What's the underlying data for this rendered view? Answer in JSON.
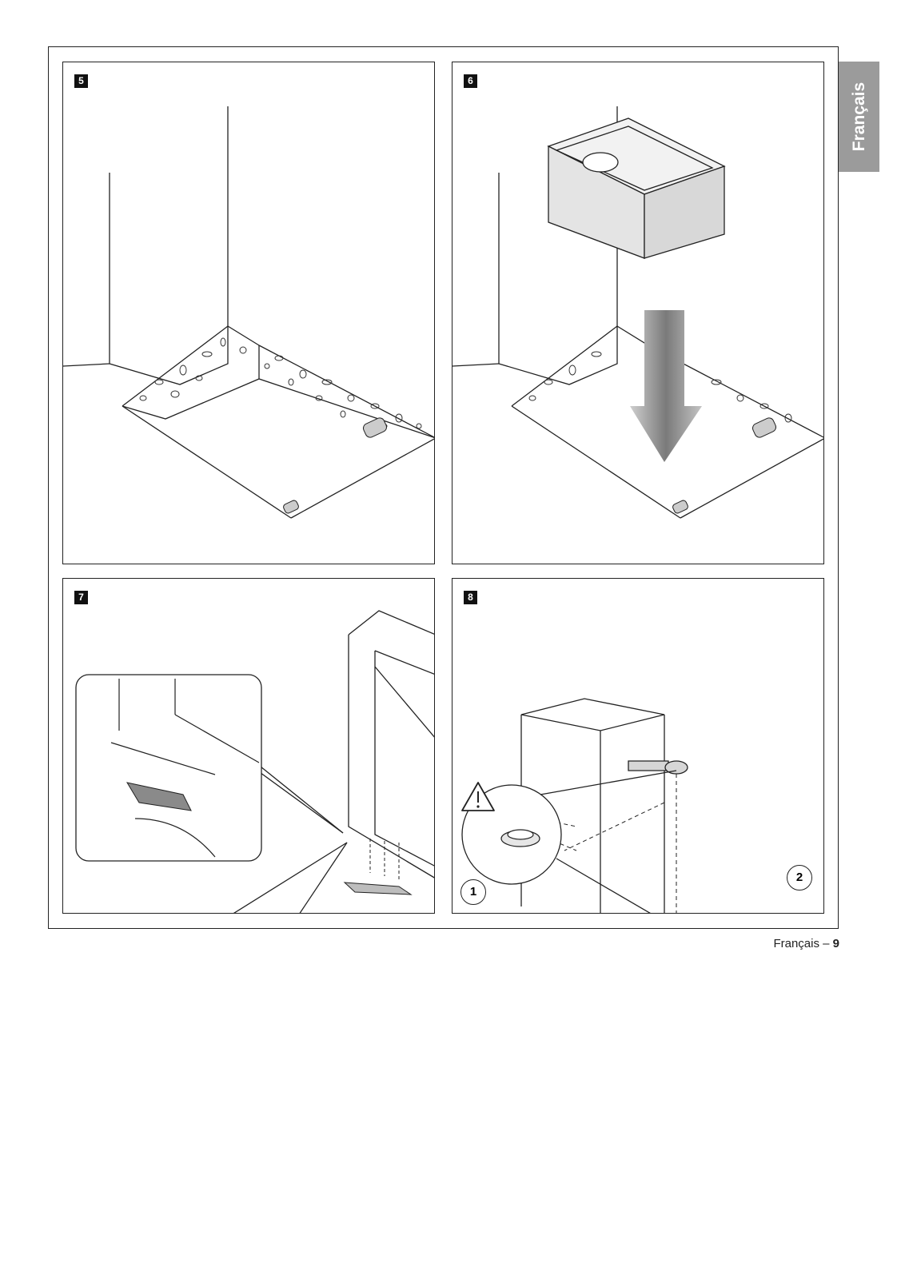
{
  "side_tab": {
    "language": "Français"
  },
  "panels": [
    {
      "number": "5"
    },
    {
      "number": "6"
    },
    {
      "number": "7"
    },
    {
      "number": "8",
      "callouts": [
        "1",
        "2"
      ]
    }
  ],
  "footer": {
    "language": "Français –",
    "page_number": "9"
  }
}
